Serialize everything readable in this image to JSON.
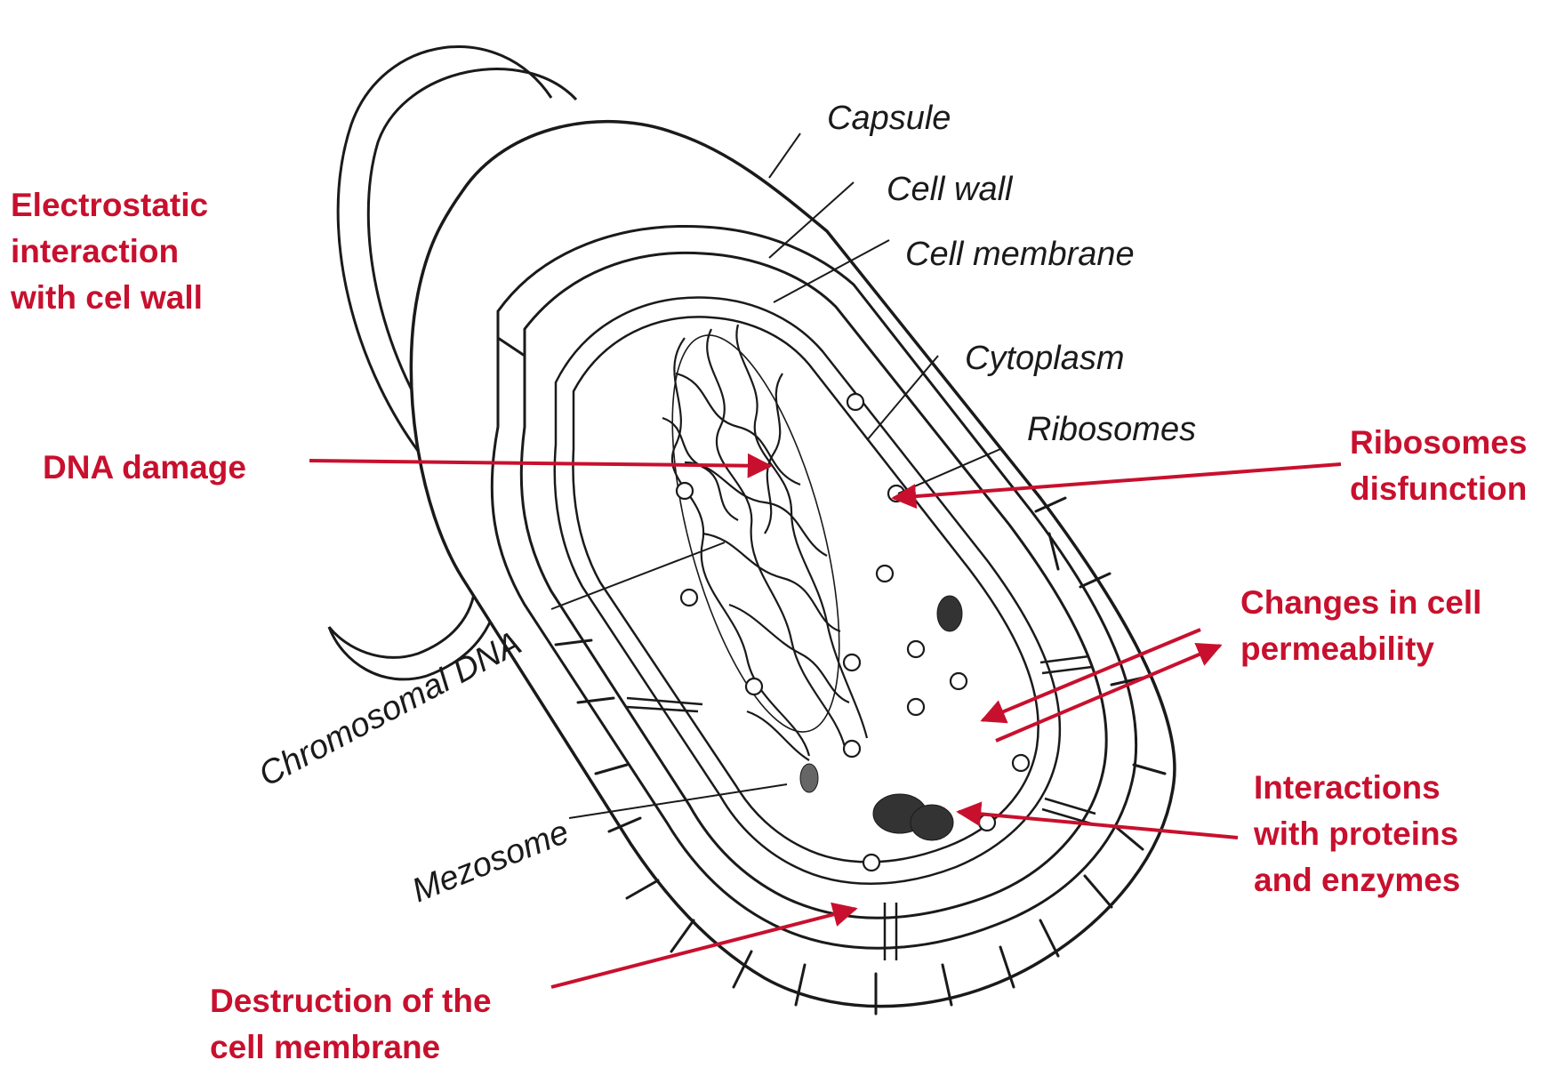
{
  "colors": {
    "effect_text": "#c8102e",
    "arrow": "#c8102e",
    "structure_stroke": "#1a1a1a",
    "structure_label": "#1a1a1a"
  },
  "structure_labels": {
    "capsule": "Capsule",
    "cell_wall": "Cell wall",
    "cell_membrane": "Cell membrane",
    "cytoplasm": "Cytoplasm",
    "ribosomes": "Ribosomes",
    "chromosomal_dna": "Chromosomal DNA",
    "mezosome": "Mezosome"
  },
  "effects": {
    "electrostatic": [
      "Electrostatic",
      "interaction",
      "with cel wall"
    ],
    "dna_damage": [
      "DNA damage"
    ],
    "ribosomes": [
      "Ribosomes",
      "disfunction"
    ],
    "permeability": [
      "Changes in cell",
      "permeability"
    ],
    "proteins": [
      "Interactions",
      "with proteins",
      "and enzymes"
    ],
    "membrane": [
      "Destruction of the",
      "cell membrane"
    ]
  }
}
